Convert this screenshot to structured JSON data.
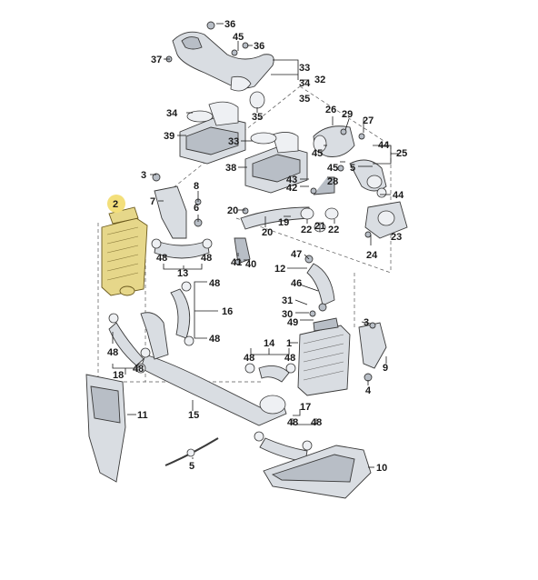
{
  "callouts": {
    "c36a": "36",
    "c45a": "45",
    "c36b": "36",
    "c37": "37",
    "c33a": "33",
    "c32": "32",
    "c34a": "34",
    "c35a": "35",
    "c34b": "34",
    "c35b": "35",
    "c39": "39",
    "c33b": "33",
    "c26": "26",
    "c29": "29",
    "c27": "27",
    "c44a": "44",
    "c25": "25",
    "c45b": "45",
    "c45c": "45",
    "c5a": "5",
    "c38": "38",
    "c43": "43",
    "c42": "42",
    "c28": "28",
    "c44b": "44",
    "c3a": "3",
    "c8": "8",
    "c7": "7",
    "c6": "6",
    "c2": "2",
    "c20a": "20",
    "c19": "19",
    "c22a": "22",
    "c22b": "22",
    "c21": "21",
    "c20b": "20",
    "c23": "23",
    "c24": "24",
    "c48a": "48",
    "c13": "13",
    "c48b": "48",
    "c41": "41",
    "c40": "40",
    "c47": "47",
    "c12": "12",
    "c48c": "48",
    "c16": "16",
    "c48d": "48",
    "c46": "46",
    "c31": "31",
    "c30": "30",
    "c49": "49",
    "c3b": "3",
    "c1": "1",
    "c14": "14",
    "c48e": "48",
    "c48f": "48",
    "c48g": "48",
    "c18": "18",
    "c48h": "48",
    "c9": "9",
    "c4": "4",
    "c11": "11",
    "c15": "15",
    "c17": "17",
    "c48i": "48",
    "c48j": "48",
    "c10": "10",
    "c5b": "5"
  }
}
